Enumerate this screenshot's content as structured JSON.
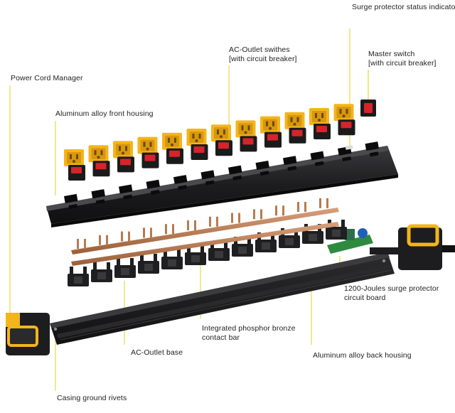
{
  "labels": {
    "surge_status": "Surge protector status indicator",
    "ac_switches": "AC-Outlet swithes\n[with circuit breaker]",
    "master_switch": "Master switch\n[with circuit breaker]",
    "cord_manager": "Power Cord Manager",
    "front_housing": "Aluminum alloy front housing",
    "surge_board": "1200-Joules surge protector\ncircuit board",
    "contact_bar": "Integrated phosphor bronze\ncontact bar",
    "outlet_base": "AC-Outlet base",
    "back_housing": "Aluminum alloy back housing",
    "ground_rivets": "Casing ground rivets"
  },
  "colors": {
    "leader_line": "#e6d21a",
    "outlet_yellow": "#f2b51c",
    "switch_red": "#d8232a",
    "housing_black": "#1d1d1f",
    "copper": "#b87a4f",
    "pcb_green": "#2e8b3e",
    "capacitor_blue": "#1f5fb8"
  },
  "components": {
    "outlet_count": 12
  }
}
